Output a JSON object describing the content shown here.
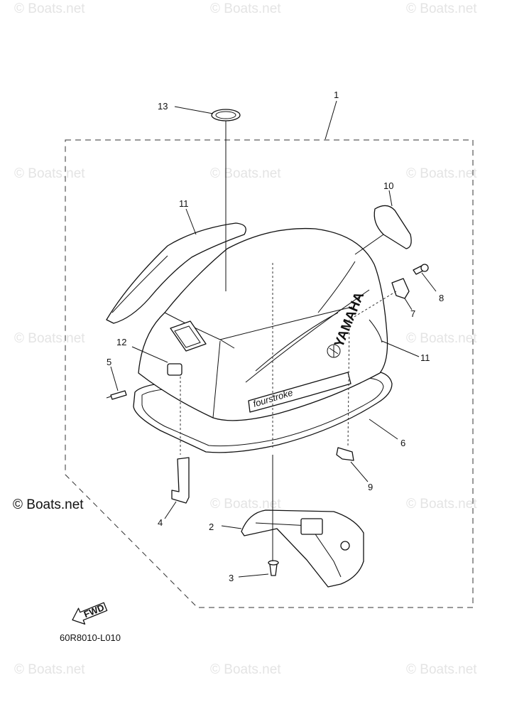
{
  "watermark": "© Boats.net",
  "copyright": "© Boats.net",
  "diagram_code": "60R8010-L010",
  "fwd_label": "FWD",
  "cowling_logo": "YAMAHA",
  "cowling_decal": "fourstroke",
  "callouts": [
    "1",
    "2",
    "3",
    "4",
    "5",
    "6",
    "7",
    "8",
    "9",
    "10",
    "11",
    "11",
    "12",
    "13"
  ],
  "icons": [
    "fwd-arrow-icon",
    "yamaha-emblem-icon"
  ],
  "colors": {
    "ink": "#111111",
    "watermark": "#e4e4e4",
    "background": "#ffffff"
  }
}
